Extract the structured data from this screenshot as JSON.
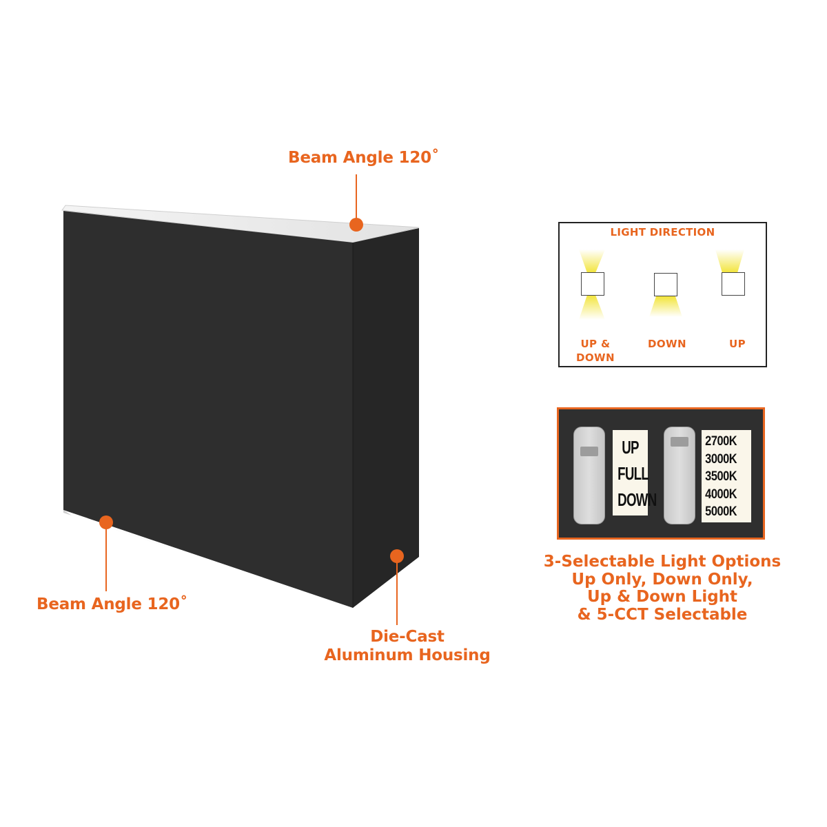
{
  "callouts": {
    "top_beam": "Beam Angle 120˚",
    "bottom_beam": "Beam Angle 120˚",
    "housing_line1": "Die-Cast",
    "housing_line2": "Aluminum Housing"
  },
  "light_direction": {
    "title": "LIGHT DIRECTION",
    "options": [
      {
        "line1": "UP &",
        "line2": "DOWN"
      },
      {
        "line1": "DOWN",
        "line2": ""
      },
      {
        "line1": "UP",
        "line2": ""
      }
    ]
  },
  "switches": {
    "mode_labels": [
      "UP",
      "FULL",
      "DOWN"
    ],
    "cct_labels": [
      "2700K",
      "3000K",
      "3500K",
      "4000K",
      "5000K"
    ]
  },
  "options_text": [
    "3-Selectable Light Options",
    "Up Only, Down Only,",
    "Up & Down Light",
    "& 5-CCT Selectable"
  ],
  "colors": {
    "accent": "#E8651F",
    "fixture": "#2b2b2b",
    "glow": "#F2E43A"
  }
}
